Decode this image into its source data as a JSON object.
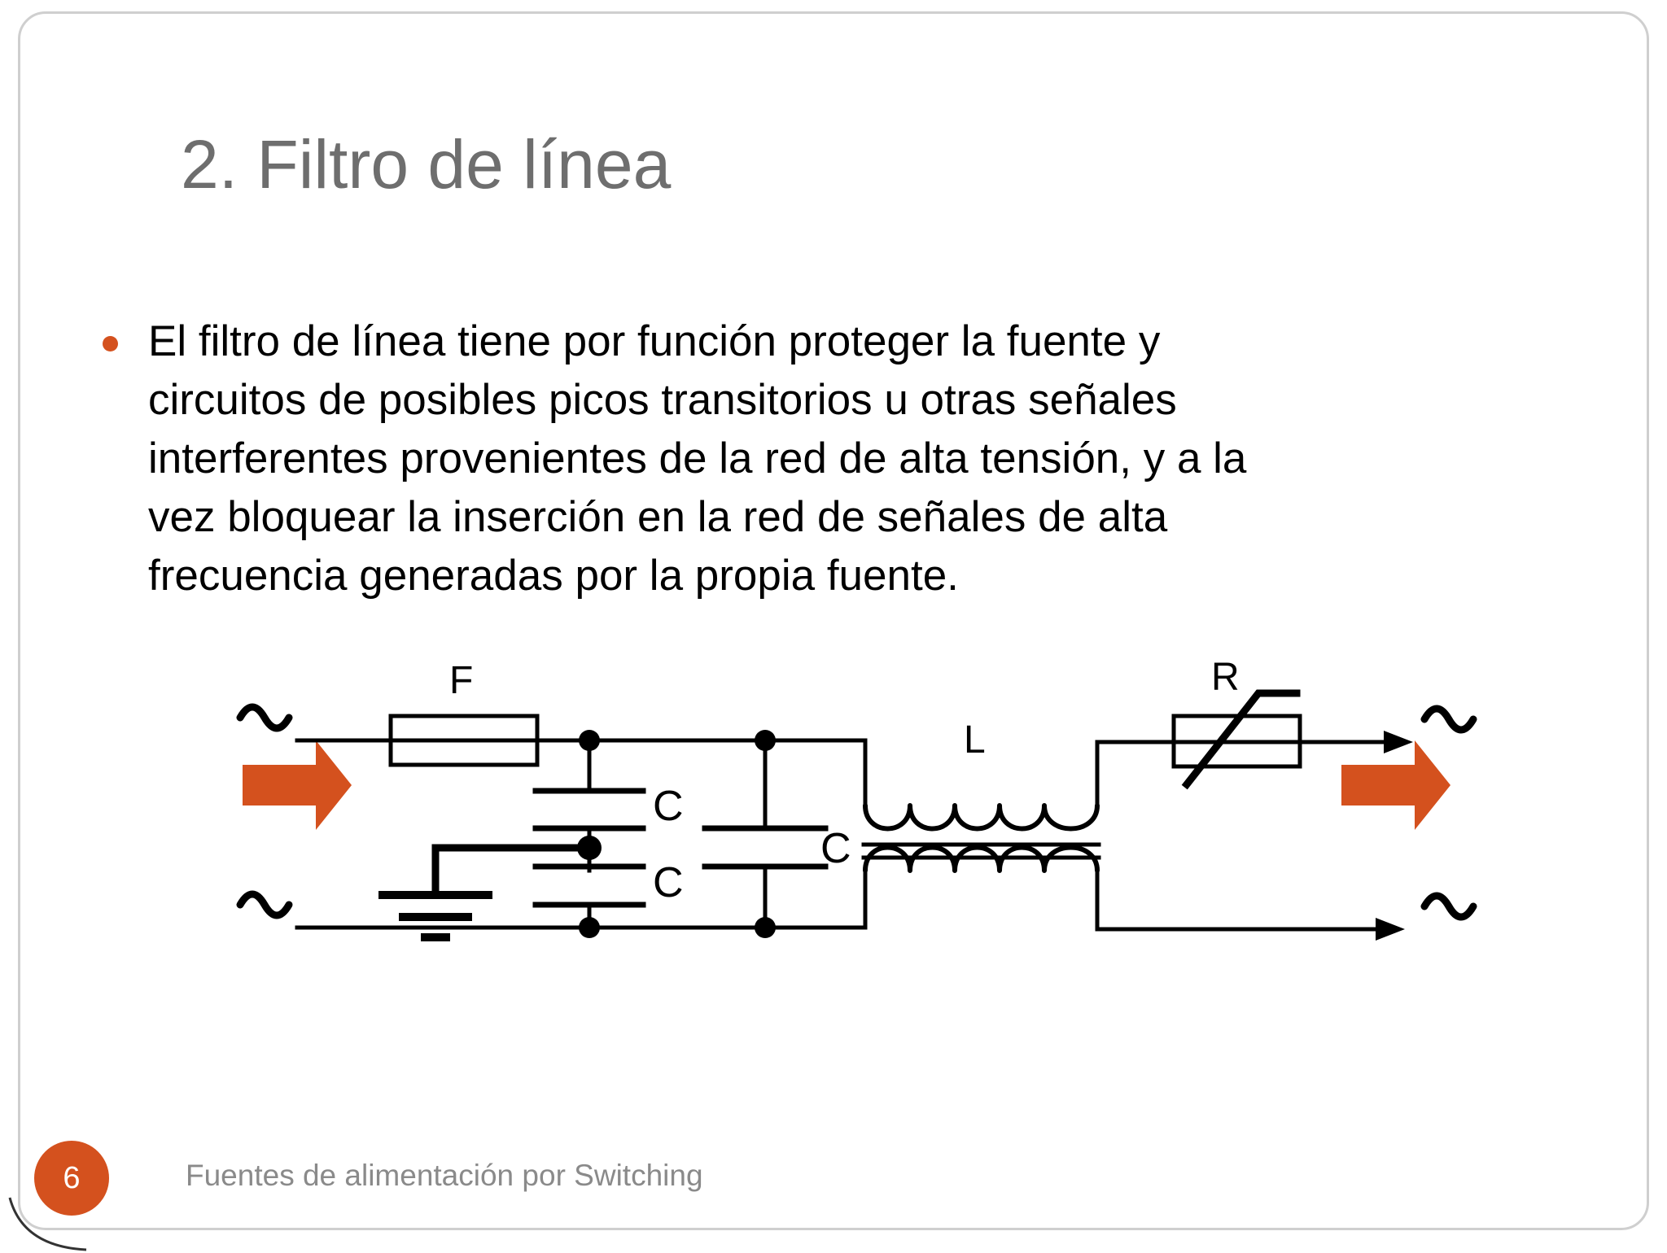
{
  "slide": {
    "title": "2. Filtro de línea",
    "title_color": "#6e6e6e",
    "accent_color": "#d4511e",
    "border_color": "#cfcfcf",
    "background": "#ffffff"
  },
  "body": {
    "bullet_marker": "bullet-dot",
    "paragraph": "El filtro de línea tiene por función proteger la fuente y circuitos de posibles picos transitorios u otras señales interferentes provenientes de la red de alta tensión, y a la vez bloquear la inserción en la red de señales de alta frecuencia generadas por la propia fuente.",
    "lines": [
      "El filtro de línea tiene por función proteger la fuente y",
      "circuitos de posibles picos transitorios u otras señales",
      "interferentes provenientes de la red de alta tensión, y a la",
      "vez bloquear la inserción en la red de señales de alta",
      "frecuencia generadas por la propia fuente."
    ]
  },
  "diagram": {
    "name": "line-filter-schematic",
    "labels": {
      "fuse": "F",
      "capacitor_top": "C",
      "capacitor_bottom": "C",
      "capacitor_middle": "C",
      "inductor": "L",
      "varistor": "R"
    },
    "components": [
      {
        "id": "ac-input-top",
        "type": "ac-source-symbol",
        "label": "~"
      },
      {
        "id": "ac-input-bottom",
        "type": "ac-source-symbol",
        "label": "~"
      },
      {
        "id": "fuse-F",
        "type": "fuse",
        "label": "F"
      },
      {
        "id": "capacitor-C-top",
        "type": "capacitor",
        "label": "C"
      },
      {
        "id": "capacitor-C-bottom",
        "type": "capacitor",
        "label": "C"
      },
      {
        "id": "earth-ground",
        "type": "ground",
        "label": ""
      },
      {
        "id": "capacitor-C-middle",
        "type": "capacitor",
        "label": "C"
      },
      {
        "id": "choke-L",
        "type": "common-mode-choke",
        "label": "L"
      },
      {
        "id": "varistor-R",
        "type": "varistor",
        "label": "R"
      },
      {
        "id": "ac-output-top",
        "type": "ac-source-symbol",
        "label": "~"
      },
      {
        "id": "ac-output-bottom",
        "type": "ac-source-symbol",
        "label": "~"
      },
      {
        "id": "flow-arrow-in",
        "type": "block-arrow",
        "label": ""
      },
      {
        "id": "flow-arrow-out",
        "type": "block-arrow",
        "label": ""
      }
    ],
    "stroke_color": "#000000",
    "arrow_color": "#d4511e"
  },
  "footer": {
    "page_number": "6",
    "text": "Fuentes de alimentación por Switching",
    "text_color": "#8a8a8a",
    "badge_color": "#d4511e"
  }
}
